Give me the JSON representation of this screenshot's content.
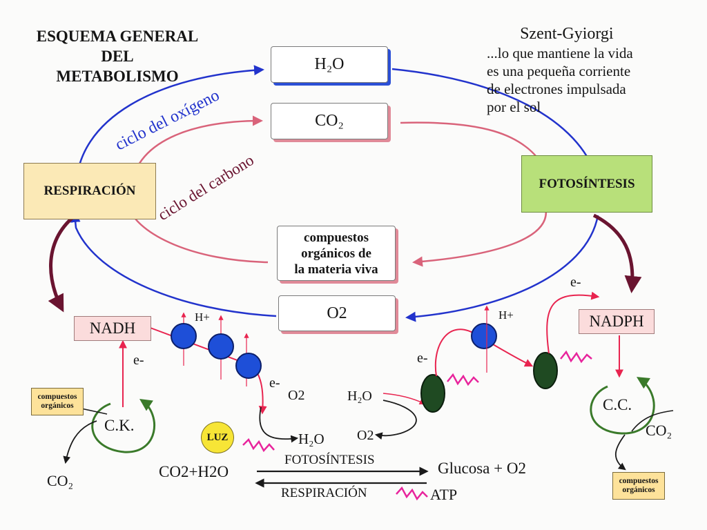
{
  "title": {
    "line1": "ESQUEMA GENERAL",
    "line2": "DEL",
    "line3": "METABOLISMO"
  },
  "quote": {
    "title": "Szent-Gyiorgi",
    "line1": "...lo que mantiene la vida",
    "line2": "es una pequeña corriente",
    "line3": "de electrones impulsada",
    "line4": "por el sol"
  },
  "boxes": {
    "h2o_top": "H₂O",
    "co2_top": "CO₂",
    "respiracion": "RESPIRACIÓN",
    "fotosintesis": "FOTOSÍNTESIS",
    "compuestos": {
      "line1": "compuestos",
      "line2": "orgánicos de",
      "line3": "la materia viva"
    },
    "o2": "O2",
    "nadh": "NADH",
    "nadph": "NADPH",
    "compuestos_left": {
      "line1": "compuestos",
      "line2": "orgánicos"
    },
    "compuestos_right": {
      "line1": "compuestos",
      "line2": "orgánicos"
    }
  },
  "cycles": {
    "oxigeno": "ciclo del oxígeno",
    "carbono": "ciclo del carbono"
  },
  "labels": {
    "hplus_left": "H+",
    "hplus_right": "H+",
    "e_left": "e-",
    "e_chain": "e-",
    "o2_chain": "O2",
    "h2o_chain": "H₂O",
    "h2o_right": "H₂O",
    "o2_right": "O2",
    "e_photo": "e-",
    "e_top": "e-",
    "ck": "C.K.",
    "cc": "C.C.",
    "co2_left": "CO₂",
    "co2_right": "CO₂",
    "luz": "LUZ"
  },
  "equation": {
    "reactants": "CO2+H2O",
    "forward": "FOTOSÍNTESIS",
    "backward": "RESPIRACIÓN",
    "products": "Glucosa + O2",
    "atp": "ATP"
  },
  "colors": {
    "oxygen_cycle": "#2233cc",
    "carbon_cycle": "#d9637a",
    "energy_arrow": "#6a1430",
    "electron_arrow": "#e8244f",
    "krebs_calvin": "#3a7a2a",
    "carrier_blue": "#1e4fd8",
    "carrier_green": "#1f4a22",
    "respiracion_box": "#fbe9b6",
    "fotosintesis_box": "#b8e07a"
  }
}
